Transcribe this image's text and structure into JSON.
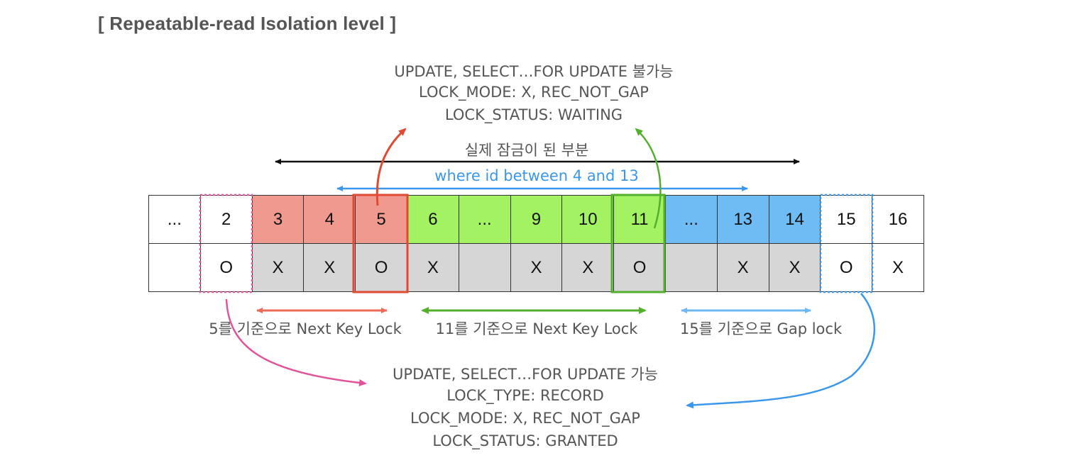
{
  "title": "[ Repeatable-read Isolation level ]",
  "top_note": {
    "line1": "UPDATE, SELECT…FOR UPDATE 불가능",
    "line2": "LOCK_MODE: X, REC_NOT_GAP",
    "line3": "LOCK_STATUS: WAITING"
  },
  "actual_lock_label": "실제 잠금이 된 부분",
  "range_label": "where id between 4 and 13",
  "records": [
    {
      "id": "...",
      "mark": "",
      "color": "#ffffff",
      "mark_bg": "#ffffff"
    },
    {
      "id": "2",
      "mark": "O",
      "color": "#ffffff",
      "mark_bg": "#ffffff"
    },
    {
      "id": "3",
      "mark": "X",
      "color": "#f0998f",
      "mark_bg": "#d6d6d6"
    },
    {
      "id": "4",
      "mark": "X",
      "color": "#f0998f",
      "mark_bg": "#d6d6d6"
    },
    {
      "id": "5",
      "mark": "O",
      "color": "#f0998f",
      "mark_bg": "#d6d6d6"
    },
    {
      "id": "6",
      "mark": "X",
      "color": "#a2f262",
      "mark_bg": "#d6d6d6"
    },
    {
      "id": "...",
      "mark": "",
      "color": "#a2f262",
      "mark_bg": "#d6d6d6"
    },
    {
      "id": "9",
      "mark": "X",
      "color": "#a2f262",
      "mark_bg": "#d6d6d6"
    },
    {
      "id": "10",
      "mark": "X",
      "color": "#a2f262",
      "mark_bg": "#d6d6d6"
    },
    {
      "id": "11",
      "mark": "O",
      "color": "#a2f262",
      "mark_bg": "#d6d6d6"
    },
    {
      "id": "...",
      "mark": "",
      "color": "#6fbcf5",
      "mark_bg": "#d6d6d6"
    },
    {
      "id": "13",
      "mark": "X",
      "color": "#6fbcf5",
      "mark_bg": "#d6d6d6"
    },
    {
      "id": "14",
      "mark": "X",
      "color": "#6fbcf5",
      "mark_bg": "#d6d6d6"
    },
    {
      "id": "15",
      "mark": "O",
      "color": "#ffffff",
      "mark_bg": "#ffffff"
    },
    {
      "id": "16",
      "mark": "X",
      "color": "#ffffff",
      "mark_bg": "#ffffff"
    }
  ],
  "lock_labels": {
    "red": "5를 기준으로 Next Key Lock",
    "green": "11를 기준으로 Next Key Lock",
    "blue": "15를 기준으로 Gap lock"
  },
  "bottom_note": {
    "line1": "UPDATE, SELECT…FOR UPDATE 가능",
    "line2": "LOCK_TYPE: RECORD",
    "line3": "LOCK_MODE: X, REC_NOT_GAP",
    "line4": "LOCK_STATUS: GRANTED"
  },
  "colors": {
    "red": "#e04a33",
    "green": "#53b02f",
    "blue": "#3b97ea",
    "pink": "#e0549a",
    "salmon": "#ee6a58",
    "light_blue": "#6fb8f2"
  }
}
